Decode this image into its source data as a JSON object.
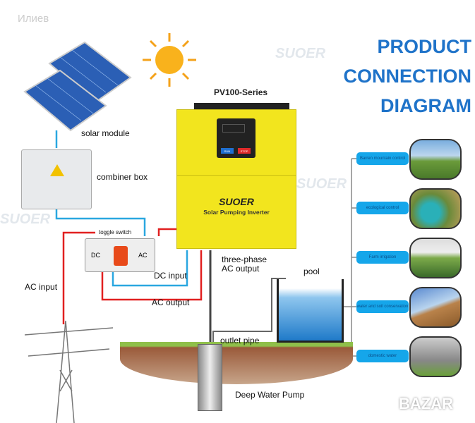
{
  "watermark_top": "Илиев",
  "title": [
    "PRODUCT",
    "CONNECTION",
    "DIAGRAM"
  ],
  "inverter": {
    "series": "PV100-Series",
    "brand": "SUOER",
    "name": "Solar Pumping Inverter",
    "keys": [
      "RUN",
      "STOP"
    ]
  },
  "labels": {
    "solar_module": "solar module",
    "combiner_box": "combiner box",
    "toggle_switch": "toggle switch",
    "dc": "DC",
    "ac": "AC",
    "ac_input": "AC input",
    "dc_input": "DC input",
    "ac_output": "AC output",
    "three_phase": "three-phase\nAC output",
    "pool": "pool",
    "outlet_pipe": "outlet pipe",
    "pump": "Deep Water Pump"
  },
  "applications": [
    {
      "label": "Barren mountain control",
      "color": "#6a9a3a"
    },
    {
      "label": "ecological control",
      "color": "#2a9aa0"
    },
    {
      "label": "Farm irrigation",
      "color": "#7caa4a"
    },
    {
      "label": "water and soil conservation",
      "color": "#b9824a"
    },
    {
      "label": "domestic water",
      "color": "#9a9a9a"
    }
  ],
  "bazar_logo": "BAZAR"
}
